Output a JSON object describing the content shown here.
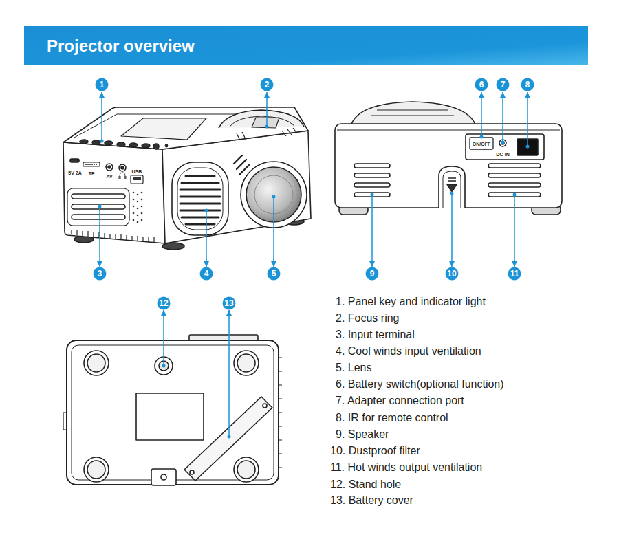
{
  "diagram": {
    "title": "Projector overview",
    "labels": [
      "1",
      "2",
      "6",
      "7",
      "8",
      "5V 2A",
      "TF",
      "AV",
      "USB",
      "ON/OFF",
      "DC-IN",
      "3",
      "4",
      "5",
      "9",
      "10",
      "11",
      "12",
      "13",
      "1. Panel key and indicator light",
      "2. Focus ring",
      "3. Input terminal",
      "4. Cool winds input ventilation",
      "5. Lens",
      "6. Battery switch(optional function)",
      "7. Adapter connection port",
      "8. IR for remote control",
      "9. Speaker",
      "10. Dustproof filter",
      "11. Hot winds output ventilation",
      "12. Stand hole",
      "13. Battery cover"
    ]
  }
}
